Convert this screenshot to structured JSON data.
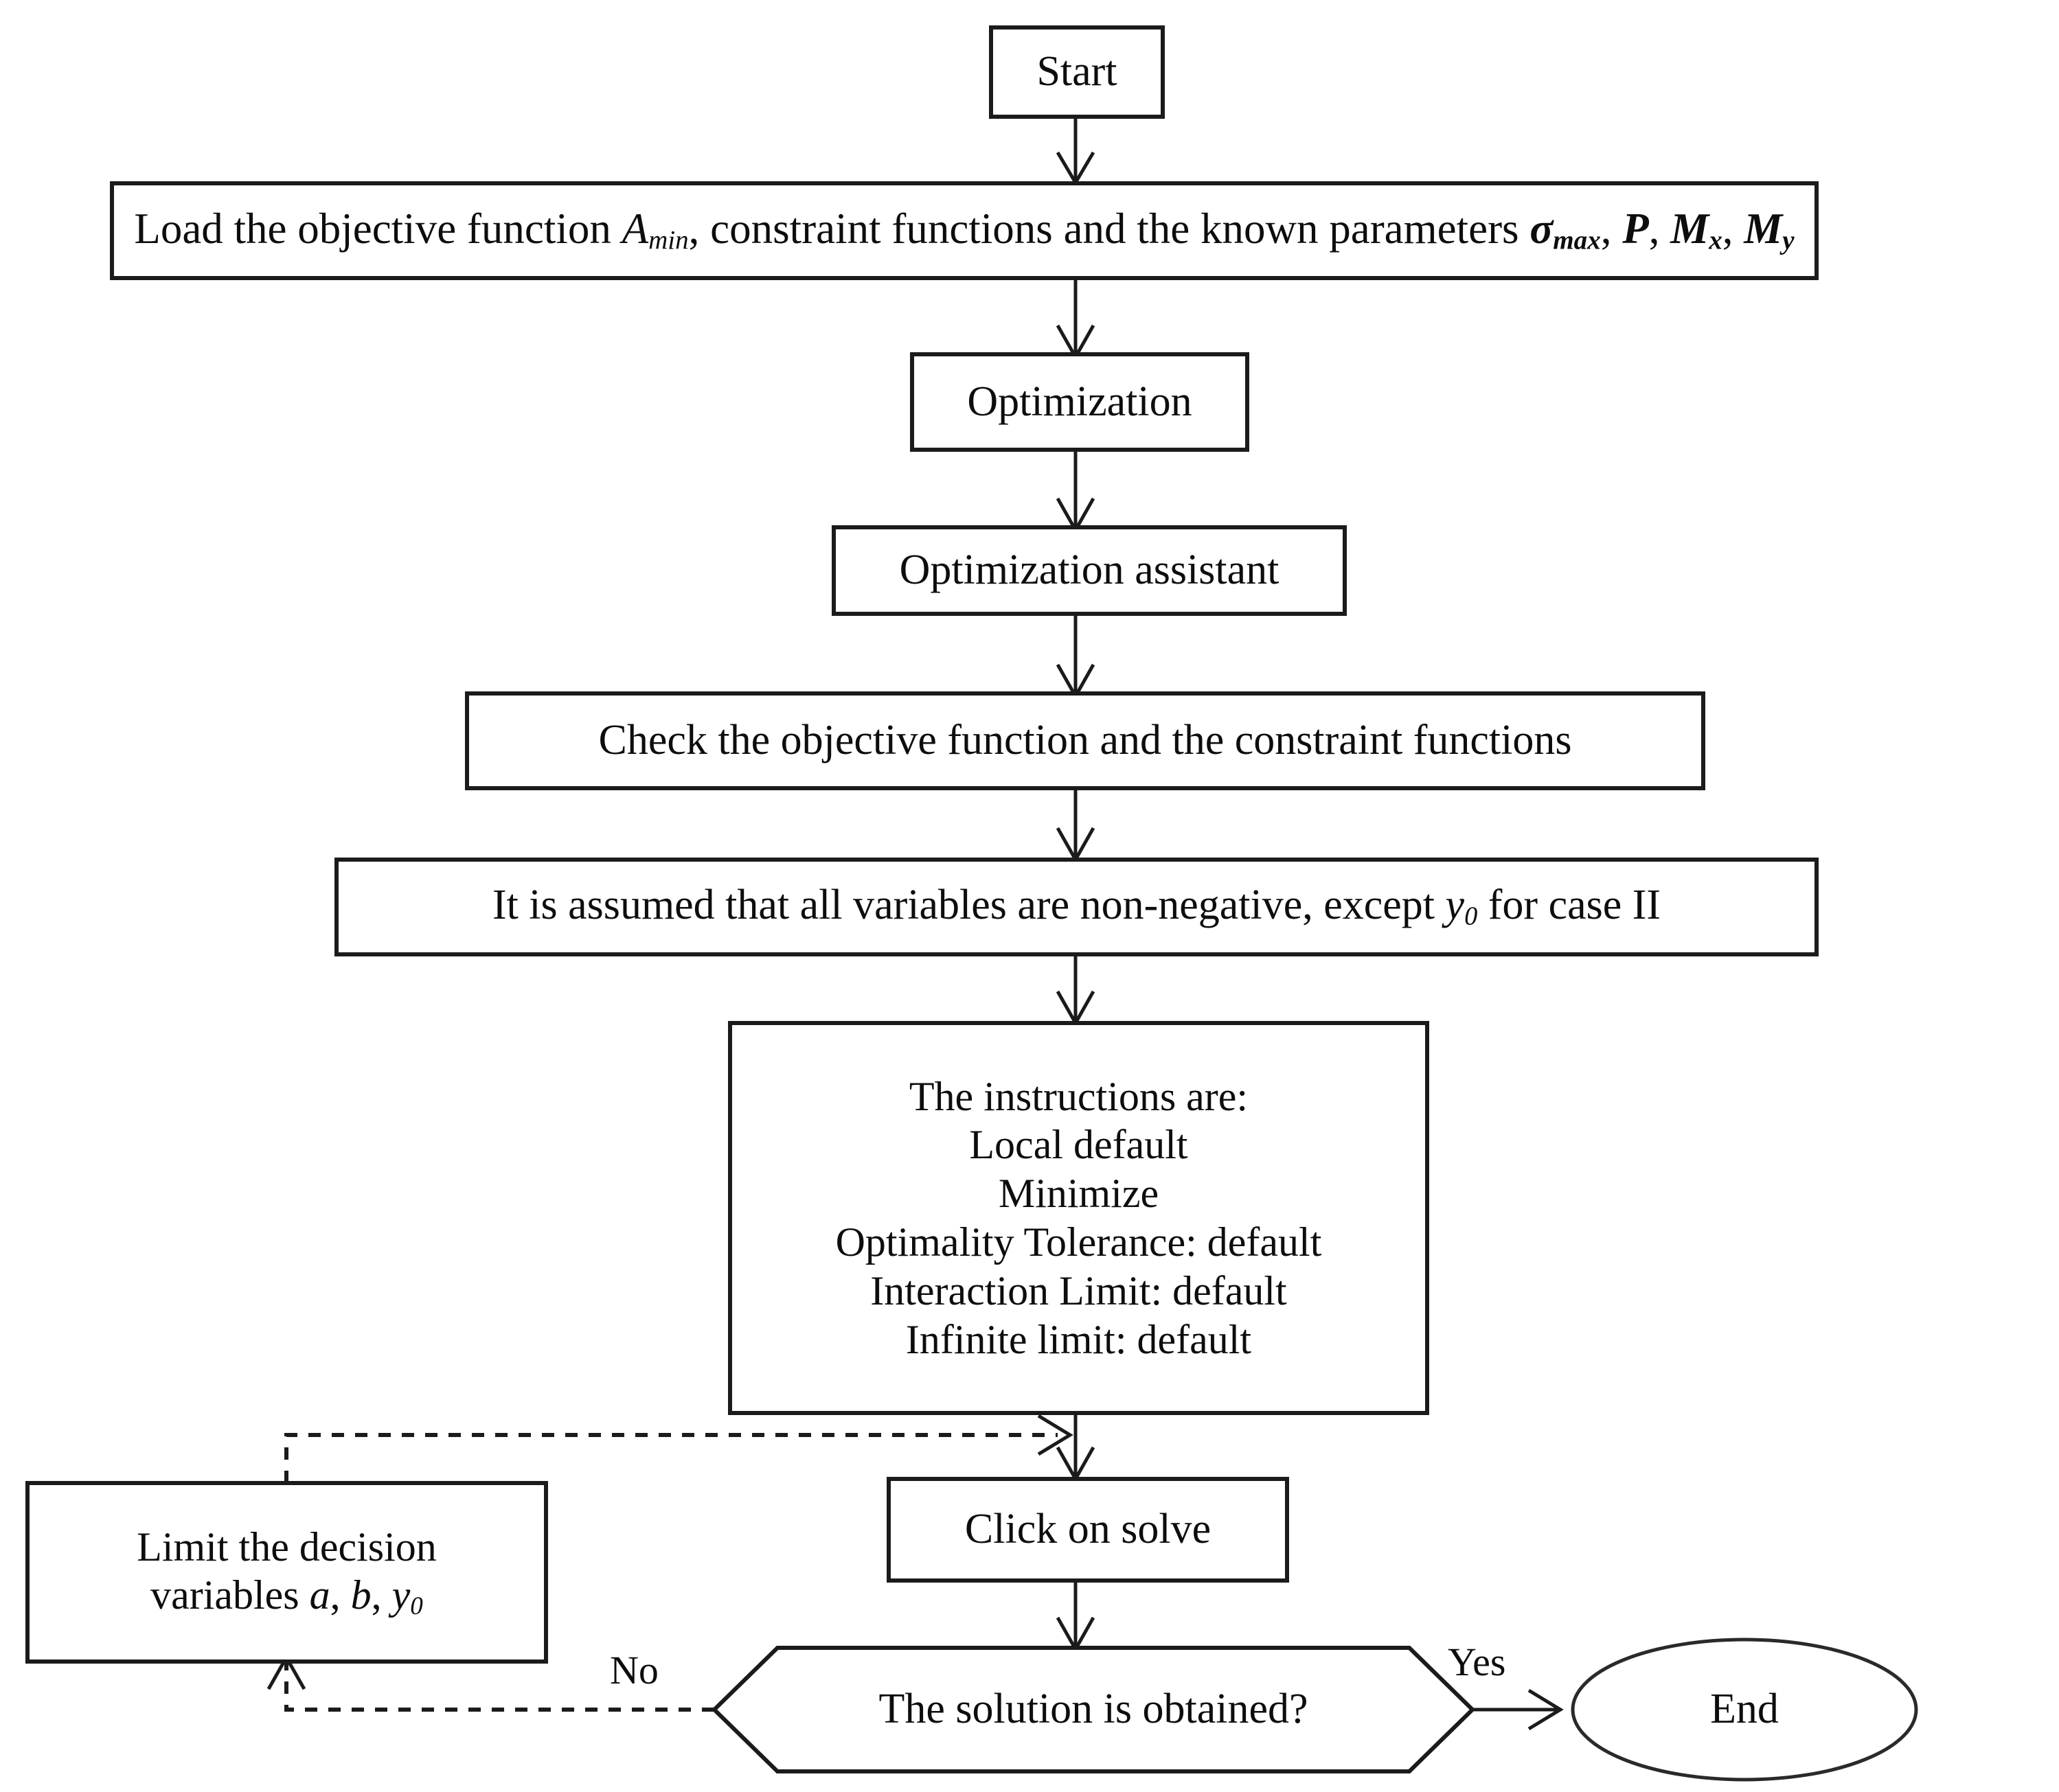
{
  "diagram": {
    "title": "Optimization procedure flowchart",
    "stroke_color": "#1b1b1b",
    "fill_color": "#ffffff",
    "nodes": {
      "start": {
        "label": "Start",
        "shape": "rectangle"
      },
      "load": {
        "label": "Load the objective function Amin, constraint functions and the known parameters σmax, P, Mx, My",
        "shape": "rectangle",
        "segments": [
          {
            "text": "Load the objective function ",
            "style": "normal"
          },
          {
            "text": "A",
            "style": "italic"
          },
          {
            "text": "min",
            "style": "italic-subscript"
          },
          {
            "text": ", constraint functions and the known parameters ",
            "style": "normal"
          },
          {
            "text": "σ",
            "style": "bold-italic"
          },
          {
            "text": "max",
            "style": "bold-italic-subscript"
          },
          {
            "text": ", ",
            "style": "normal"
          },
          {
            "text": "P",
            "style": "bold-italic"
          },
          {
            "text": ", ",
            "style": "normal"
          },
          {
            "text": "M",
            "style": "bold-italic"
          },
          {
            "text": "x",
            "style": "bold-italic-subscript"
          },
          {
            "text": ", ",
            "style": "normal"
          },
          {
            "text": "M",
            "style": "bold-italic"
          },
          {
            "text": "y",
            "style": "bold-italic-subscript"
          }
        ]
      },
      "optimization": {
        "label": "Optimization",
        "shape": "rectangle"
      },
      "optimization_assistant": {
        "label": "Optimization assistant",
        "shape": "rectangle"
      },
      "check": {
        "label": "Check the objective function and the constraint functions",
        "shape": "rectangle"
      },
      "assumption": {
        "label": "It is assumed that all variables are non-negative, except y0 for case II",
        "shape": "rectangle",
        "segments": [
          {
            "text": "It is assumed that all variables are non-negative, except ",
            "style": "normal"
          },
          {
            "text": "y",
            "style": "italic"
          },
          {
            "text": "0",
            "style": "italic-subscript"
          },
          {
            "text": " for case II",
            "style": "normal"
          }
        ]
      },
      "instructions": {
        "label": "The instructions are:",
        "shape": "rectangle",
        "lines": [
          "The instructions are:",
          "Local default",
          "Minimize",
          "Optimality Tolerance: default",
          "Interaction Limit: default",
          "Infinite limit: default"
        ]
      },
      "limit": {
        "label": "Limit the decision variables a, b, y0",
        "shape": "rectangle",
        "lines": [
          {
            "segments": [
              {
                "text": "Limit the decision",
                "style": "normal"
              }
            ]
          },
          {
            "segments": [
              {
                "text": "variables ",
                "style": "normal"
              },
              {
                "text": "a",
                "style": "italic"
              },
              {
                "text": ", ",
                "style": "normal"
              },
              {
                "text": "b",
                "style": "italic"
              },
              {
                "text": ", ",
                "style": "normal"
              },
              {
                "text": "y",
                "style": "italic"
              },
              {
                "text": "0",
                "style": "italic-subscript"
              }
            ]
          }
        ]
      },
      "click_solve": {
        "label": "Click on solve",
        "shape": "rectangle"
      },
      "decision": {
        "label": "The solution is obtained?",
        "shape": "hexagon"
      },
      "end": {
        "label": "End",
        "shape": "ellipse"
      }
    },
    "edge_labels": {
      "no": "No",
      "yes": "Yes"
    },
    "edges": [
      {
        "from": "start",
        "to": "load",
        "style": "solid",
        "arrow": true
      },
      {
        "from": "load",
        "to": "optimization",
        "style": "solid",
        "arrow": true
      },
      {
        "from": "optimization",
        "to": "optimization_assistant",
        "style": "solid",
        "arrow": true
      },
      {
        "from": "optimization_assistant",
        "to": "check",
        "style": "solid",
        "arrow": true
      },
      {
        "from": "check",
        "to": "assumption",
        "style": "solid",
        "arrow": true
      },
      {
        "from": "assumption",
        "to": "instructions",
        "style": "solid",
        "arrow": true
      },
      {
        "from": "instructions",
        "to": "click_solve",
        "style": "solid",
        "arrow": true
      },
      {
        "from": "click_solve",
        "to": "decision",
        "style": "solid",
        "arrow": true
      },
      {
        "from": "decision",
        "to": "end",
        "style": "solid",
        "arrow": true,
        "label": "Yes"
      },
      {
        "from": "decision",
        "to": "limit",
        "style": "dashed",
        "arrow": true,
        "label": "No"
      },
      {
        "from": "limit",
        "to": "click_solve",
        "style": "dashed",
        "arrow": true
      }
    ]
  }
}
